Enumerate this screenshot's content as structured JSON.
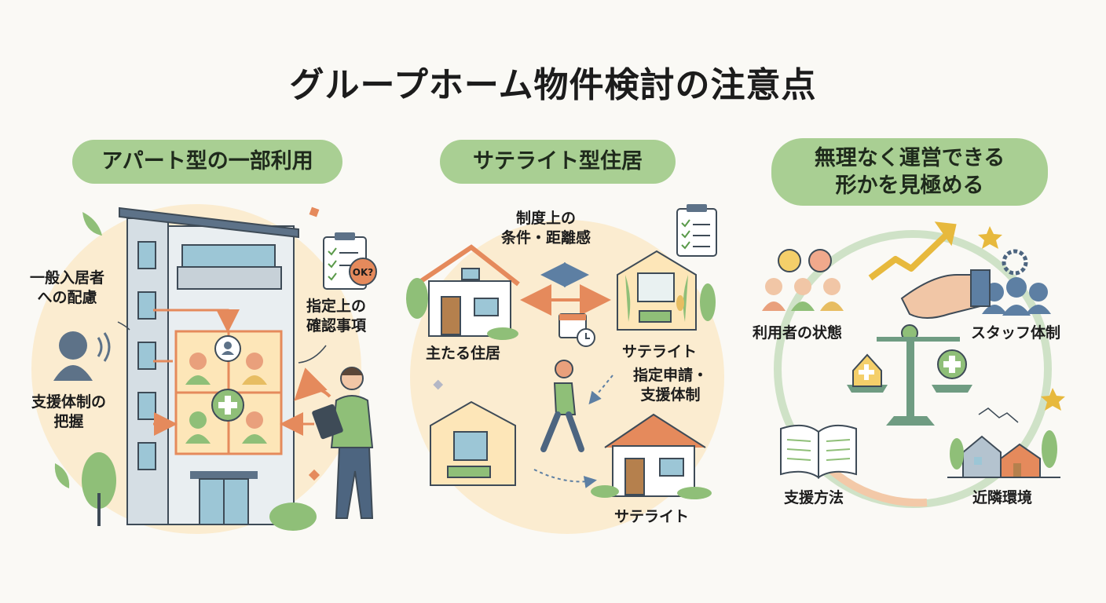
{
  "title": "グループホーム物件検討の注意点",
  "panels": [
    {
      "heading": "アパート型の一部利用",
      "labels": {
        "resident_consideration_1": "一般入居者",
        "resident_consideration_2": "への配慮",
        "support_system_1": "支援体制の",
        "support_system_2": "把握",
        "designation_check_1": "指定上の",
        "designation_check_2": "確認事項",
        "clipboard_badge": "OK?"
      }
    },
    {
      "heading": "サテライト型住居",
      "labels": {
        "conditions_1": "制度上の",
        "conditions_2": "条件・距離感",
        "main_residence": "主たる住居",
        "satellite_top": "サテライト",
        "application_1": "指定申請・",
        "application_2": "支援体制",
        "satellite_bottom": "サテライト"
      }
    },
    {
      "heading_line1": "無理なく運営できる",
      "heading_line2": "形かを見極める",
      "labels": {
        "user_condition": "利用者の状態",
        "staff_system": "スタッフ体制",
        "support_method": "支援方法",
        "neighborhood": "近隣環境"
      }
    }
  ],
  "colors": {
    "accent_green": "#a9cf93",
    "accent_orange": "#e58a5c",
    "background_circle": "#fbecd0"
  }
}
